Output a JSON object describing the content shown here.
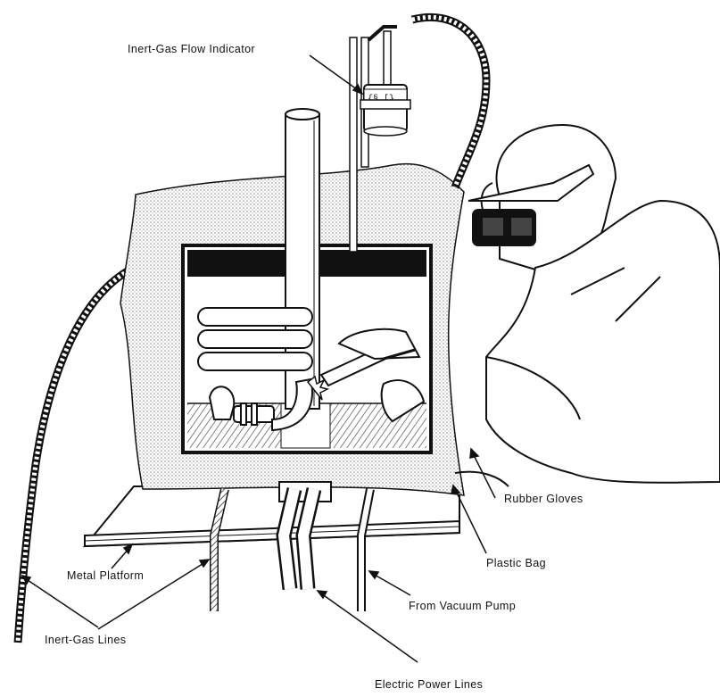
{
  "labels": {
    "flow_indicator": "Inert-Gas Flow Indicator",
    "rubber_gloves": "Rubber Gloves",
    "plastic_bag": "Plastic Bag",
    "metal_platform": "Metal Platform",
    "inert_gas_lines": "Inert-Gas Lines",
    "vacuum_pump": "From Vacuum Pump",
    "power_lines": "Electric Power Lines"
  },
  "colors": {
    "ink": "#111111",
    "bag_fill": "#dcdcdc",
    "paper": "#ffffff"
  }
}
